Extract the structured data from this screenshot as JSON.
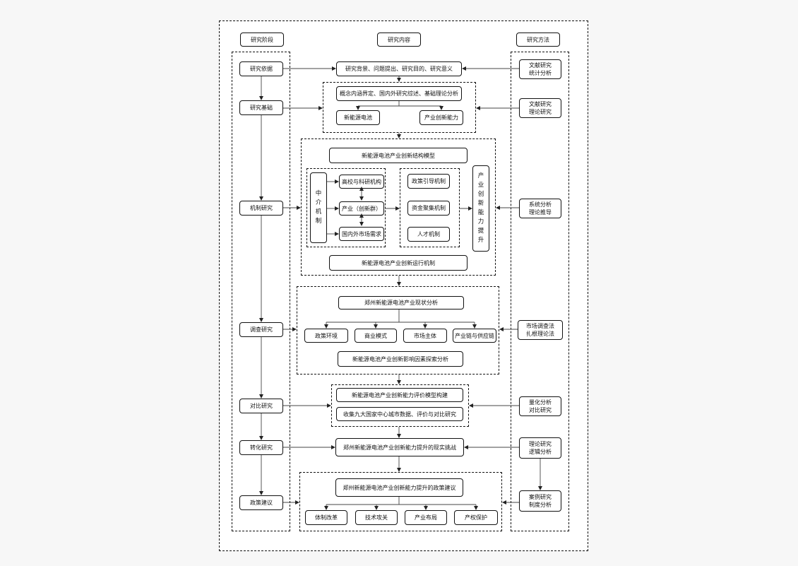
{
  "headers": {
    "stage": "研究阶段",
    "content": "研究内容",
    "method": "研究方法"
  },
  "stages": {
    "basis": "研究依据",
    "foundation": "研究基础",
    "mechanism": "机制研究",
    "survey": "调查研究",
    "comparison": "对比研究",
    "transformation": "转化研究",
    "policy": "政策建议"
  },
  "methods": {
    "m1": "文献研究\n统计分析",
    "m2": "文献研究\n理论研究",
    "m3": "系统分析\n理论推导",
    "m4": "市场调查法\n扎根理论法",
    "m5": "量化分析\n对比研究",
    "m6": "理论研究\n逻辑分析",
    "m7": "案例研究\n制度分析"
  },
  "content": {
    "background": "研究背景、问题提出、研究目的、研究意义",
    "concept": "概念内涵界定、国内外研究综述、基础理论分析",
    "battery": "新能源电池",
    "capability": "产业创新能力",
    "structure_model": "新能源电池产业创新结构模型",
    "intermediary": "中\n介\n机\n制",
    "universities": "高校与科研机构",
    "industry_cluster": "产业（创新群）",
    "market_demand": "国内外市场需求",
    "policy_guidance": "政策引导机制",
    "capital": "资金聚集机制",
    "talent": "人才机制",
    "capability_up": "产\n业\n创\n新\n能\n力\n提\n升",
    "operation": "新能源电池产业创新运行机制",
    "status": "郑州新能源电池产业现状分析",
    "policy_env": "政策环境",
    "business_model": "商业模式",
    "market_subject": "市场主体",
    "supply_chain": "产业链与供应链",
    "factors": "新能源电池产业创新影响因素探索分析",
    "eval_model": "新能源电池产业创新能力评价模型构建",
    "nine_cities": "收集九大国家中心城市数据、评价与对比研究",
    "challenges": "郑州新能源电池产业创新能力提升的现实挑战",
    "policy_advice": "郑州新能源电池产业创新能力提升的政策建议",
    "reform": "体制改革",
    "tech": "技术攻关",
    "layout": "产业布局",
    "ip": "产权保护"
  }
}
